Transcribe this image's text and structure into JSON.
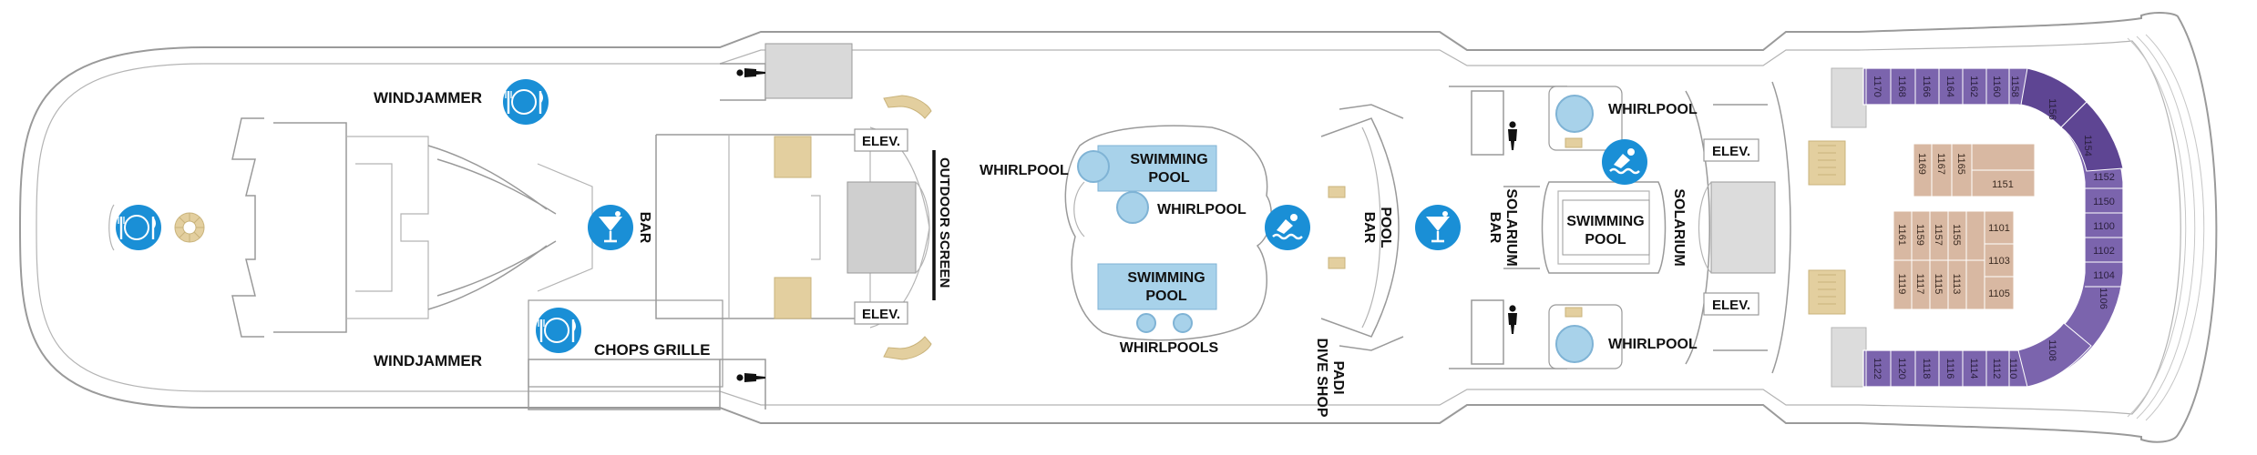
{
  "labels": {
    "windjammer_top": "WINDJAMMER",
    "windjammer_bottom": "WINDJAMMER",
    "chops_grille": "CHOPS GRILLE",
    "bar_aft": "BAR",
    "elev_top_aft": "ELEV.",
    "elev_bottom_aft": "ELEV.",
    "outdoor_screen": "OUTDOOR SCREEN",
    "whirlpool_left": "WHIRLPOOL",
    "swimming_pool_1": "SWIMMING POOL",
    "whirlpool_center": "WHIRLPOOL",
    "swimming_pool_2": "SWIMMING POOL",
    "whirlpools": "WHIRLPOOLS",
    "pool_bar": "POOL BAR",
    "padi_dive_shop": "PADI DIVE SHOP",
    "solarium_bar": "SOLARIUM BAR",
    "whirlpool_top_right": "WHIRLPOOL",
    "whirlpool_bottom_right": "WHIRLPOOL",
    "swimming_pool_solarium": "SWIMMING POOL",
    "solarium": "SOLARIUM",
    "elev_top_fwd": "ELEV.",
    "elev_bottom_fwd": "ELEV."
  },
  "icons": {
    "dining": "dining-icon",
    "ice_cream": "ice-cream-icon",
    "bar": "cocktail-bar-icon",
    "pool": "swimming-icon",
    "restroom": "restroom-icon"
  },
  "colors": {
    "icon_blue": "#1a8fd6",
    "balcony_cabin": "#7b64ad",
    "suite_cabin": "#5e4593",
    "interior_cabin": "#d8b8a2",
    "pool_water": "#a8d2ea",
    "stairs": "#e3cf9f"
  },
  "cabins": {
    "top_row": [
      "1170",
      "1168",
      "1166",
      "1164",
      "1162",
      "1160",
      "1158"
    ],
    "top_suite_1": "1156",
    "top_suite_2": "1154",
    "starboard_column": [
      "1152",
      "1150",
      "1100",
      "1102",
      "1104",
      "1106"
    ],
    "bottom_suite": "1108",
    "bottom_row": [
      "1122",
      "1120",
      "1118",
      "1116",
      "1114",
      "1112",
      "1110"
    ],
    "interior_top_vertical": [
      "1169",
      "1167",
      "1165"
    ],
    "interior_top_single": "1151",
    "interior_vertical": [
      "1161",
      "1159",
      "1157",
      "1155",
      "1119",
      "1117",
      "1115",
      "1113"
    ],
    "interior_column": [
      "1101",
      "1103",
      "1105"
    ]
  }
}
